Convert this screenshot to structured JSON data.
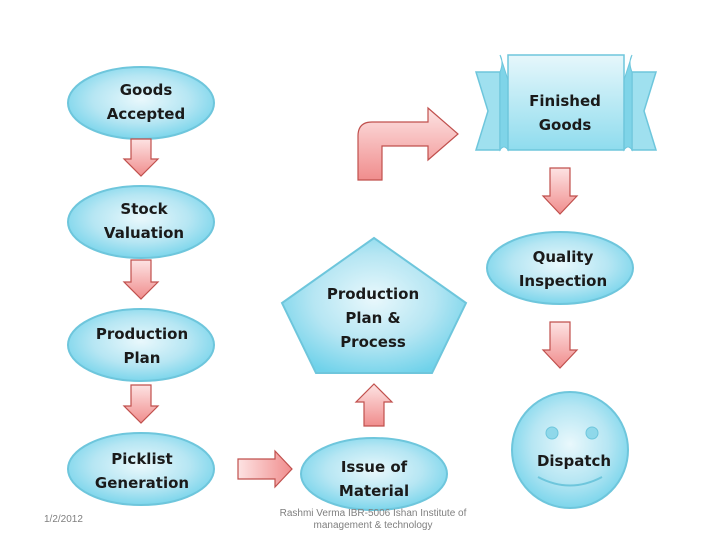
{
  "colors": {
    "shape_fill_light": "#e9f8fc",
    "shape_fill_dark": "#6fd2ea",
    "shape_stroke": "#6ec6dc",
    "arrow_fill_light": "#fde3e3",
    "arrow_fill_dark": "#f08d8d",
    "arrow_stroke": "#c0504d"
  },
  "nodes": {
    "goods_accepted": "Goods\nAccepted",
    "stock_valuation": "Stock\nValuation",
    "production_plan": "Production\nPlan",
    "picklist_generation": "Picklist\nGeneration",
    "issue_of_material": "Issue of\nMaterial",
    "production_plan_process": "Production\nPlan &\nProcess",
    "finished_goods": "Finished\nGoods",
    "quality_inspection": "Quality\nInspection",
    "dispatch": "Dispatch"
  },
  "footer": {
    "date": "1/2/2012",
    "credit": "Rashmi Verma IBR-5006 Ishan Institute of\nmanagement & technology"
  }
}
